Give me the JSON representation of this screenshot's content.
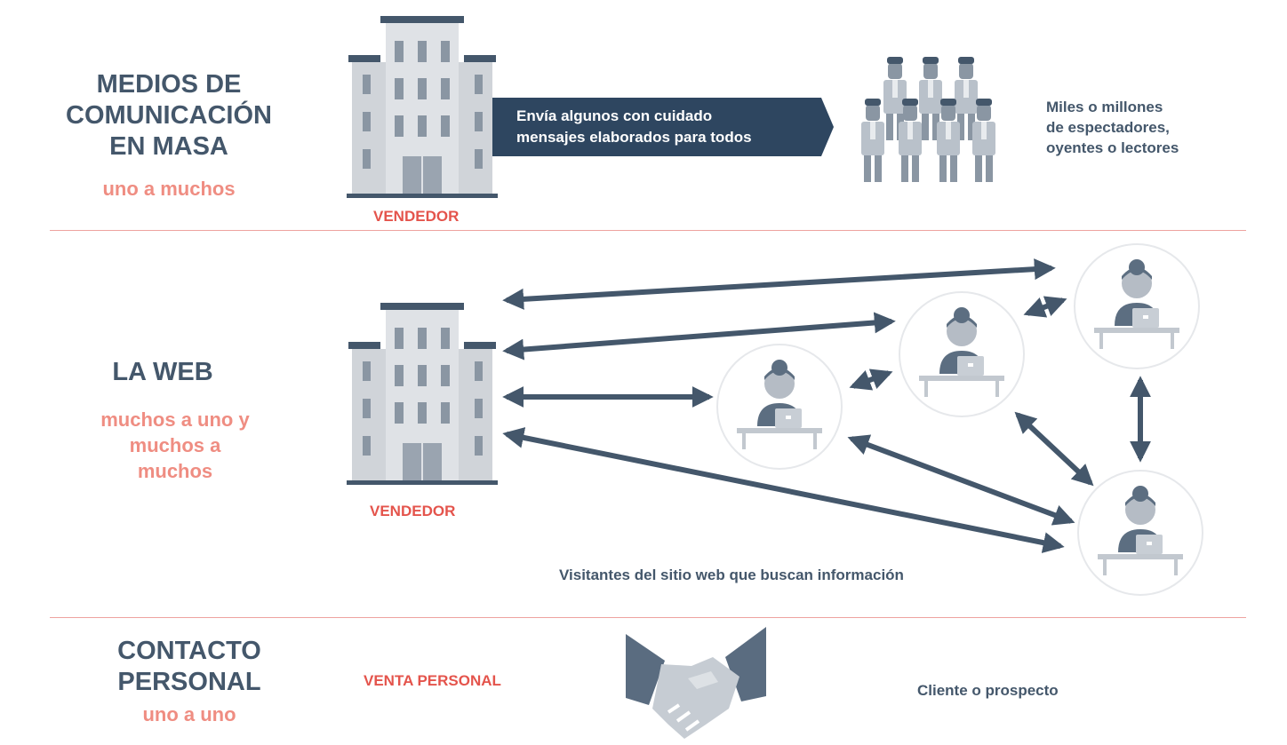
{
  "mass": {
    "title_lines": [
      "MEDIOS DE",
      "COMUNICACIÓN",
      "EN MASA"
    ],
    "subtitle": "uno a muchos",
    "seller_label": "VENDEDOR",
    "message_lines": [
      "Envía algunos con cuidado",
      "mensajes elaborados para todos"
    ],
    "audience_lines": [
      "Miles o millones",
      "de espectadores,",
      "oyentes o lectores"
    ]
  },
  "web": {
    "title": "LA WEB",
    "subtitle_lines": [
      "muchos a uno y",
      "muchos a",
      "muchos"
    ],
    "seller_label": "VENDEDOR",
    "visitors_caption": "Visitantes del sitio web que buscan información"
  },
  "personal": {
    "title_lines": [
      "CONTACTO",
      "PERSONAL"
    ],
    "subtitle": "uno a uno",
    "sale_label": "VENTA PERSONAL",
    "client_label": "Cliente o prospecto"
  },
  "colors": {
    "navy": "#2e4660",
    "slate": "#44576b",
    "salmon": "#ef8d82",
    "red": "#e4544c",
    "divider": "#eea3a0"
  },
  "icons": [
    "building-icon",
    "crowd-icon",
    "visitor-laptop-icon",
    "handshake-icon",
    "double-arrow-icon"
  ]
}
